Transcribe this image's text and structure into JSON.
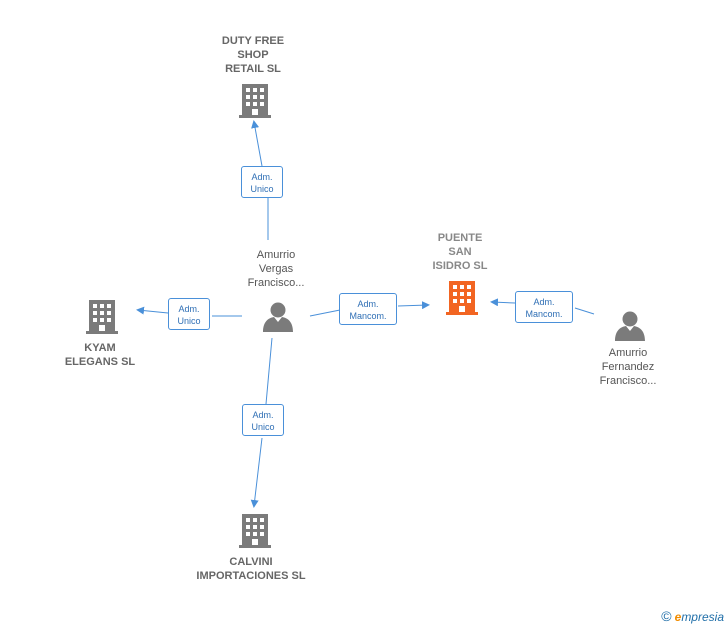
{
  "companies": {
    "duty_free": "DUTY FREE\nSHOP\nRETAIL  SL",
    "kyam": "KYAM\nELEGANS  SL",
    "calvini": "CALVINI\nIMPORTACIONES SL",
    "puente": "PUENTE\nSAN\nISIDRO  SL"
  },
  "persons": {
    "vergas": "Amurrio\nVergas\nFrancisco...",
    "fernandez": "Amurrio\nFernandez\nFrancisco..."
  },
  "edges": {
    "to_duty_free": [
      "Adm.",
      "Unico"
    ],
    "to_kyam": [
      "Adm.",
      "Unico"
    ],
    "to_calvini": [
      "Adm.",
      "Unico"
    ],
    "vergas_to_puente": [
      "Adm.",
      "Mancom."
    ],
    "fernandez_to_puente": [
      "Adm.",
      "Mancom."
    ]
  },
  "colors": {
    "company": "#7b7b7b",
    "main_company": "#f26522",
    "person": "#7b7b7b",
    "link": "#4a90d9"
  },
  "footer": {
    "copyright": "©",
    "brand_initial": "e",
    "brand_rest": "mpresia"
  }
}
